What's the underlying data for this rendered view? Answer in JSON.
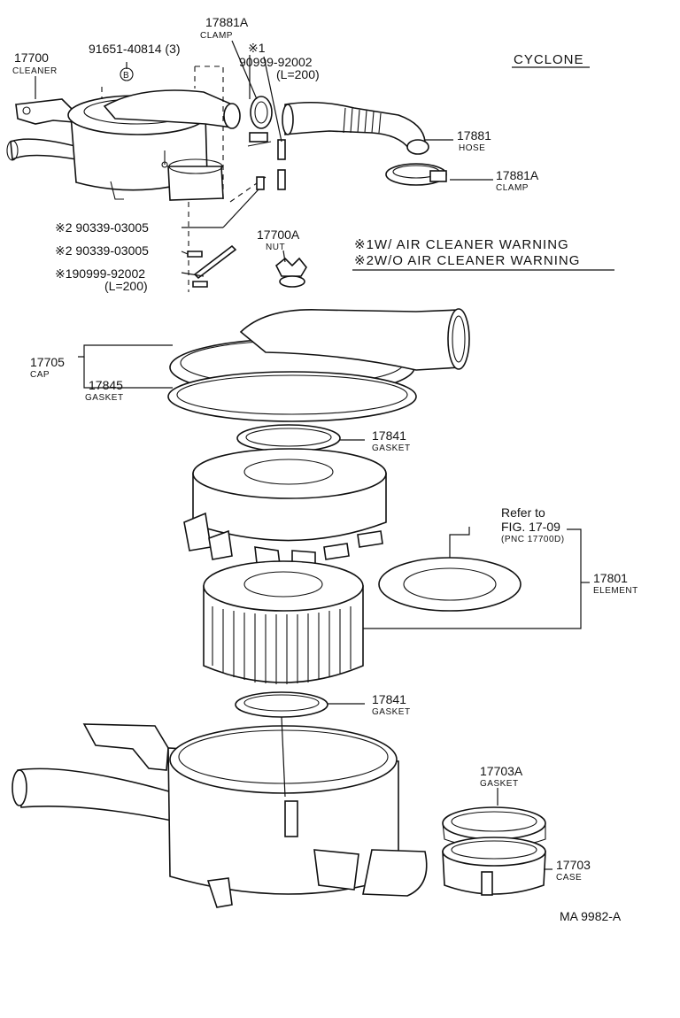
{
  "header": {
    "variant": "CYCLONE"
  },
  "notes": {
    "note1": "※1W/ AIR CLEANER WARNING",
    "note2": "※2W/O AIR CLEANER WARNING"
  },
  "labels": {
    "cleaner_pn": "17700",
    "cleaner_nm": "CLEANER",
    "bolt_pn": "91651-40814 (3)",
    "bolt_ref": "B",
    "clamp_top_pn": "17881A",
    "clamp_top_nm": "CLAMP",
    "hose_small_mark": "※1",
    "hose_small_pn": "90999-92002",
    "hose_small_len": "(L=200)",
    "hose_pn": "17881",
    "hose_nm": "HOSE",
    "clamp_right_pn": "17881A",
    "clamp_right_nm": "CLAMP",
    "pin1": "※2 90339-03005",
    "pin2": "※2 90339-03005",
    "tube_pn": "※190999-92002",
    "tube_len": "(L=200)",
    "nut_pn": "17700A",
    "nut_nm": "NUT",
    "cap_pn": "17705",
    "cap_nm": "CAP",
    "gasket_cap_pn": "17845",
    "gasket_cap_nm": "GASKET",
    "gasket_top_pn": "17841",
    "gasket_top_nm": "GASKET",
    "refer_line1": "Refer to",
    "refer_line2": "FIG. 17-09",
    "refer_line3": "(PNC 17700D)",
    "element_pn": "17801",
    "element_nm": "ELEMENT",
    "gasket_bot_pn": "17841",
    "gasket_bot_nm": "GASKET",
    "case_gasket_pn": "17703A",
    "case_gasket_nm": "GASKET",
    "case_pn": "17703",
    "case_nm": "CASE",
    "figure_code": "MA  9982-A"
  }
}
